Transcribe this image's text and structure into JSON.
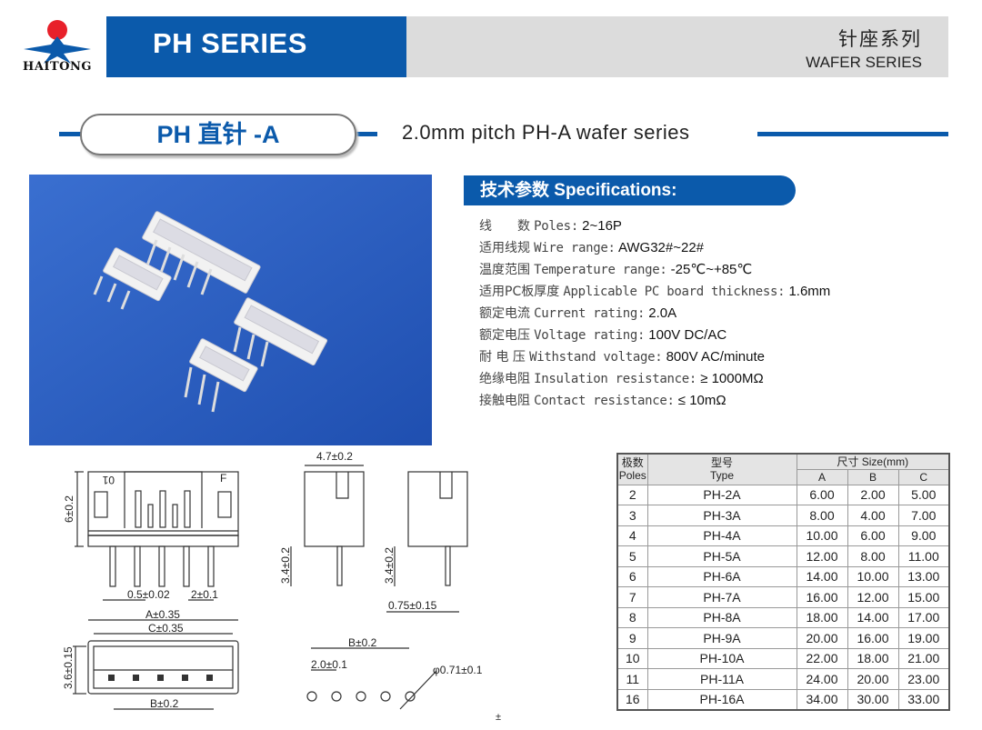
{
  "brand": {
    "logo_text": "HAITONG"
  },
  "header": {
    "series_title": "PH SERIES",
    "cn_series": "针座系列",
    "en_series": "WAFER SERIES"
  },
  "section": {
    "pill_title": "PH 直针 -A",
    "subtitle": "2.0mm pitch PH-A wafer series"
  },
  "specs": {
    "heading": "技术参数 Specifications:",
    "items": [
      {
        "cn": "线　　数",
        "en": "Poles:",
        "value": "2~16P"
      },
      {
        "cn": "适用线规",
        "en": "Wire range:",
        "value": "AWG32#~22#"
      },
      {
        "cn": "温度范围",
        "en": "Temperature range:",
        "value": "-25℃~+85℃"
      },
      {
        "cn": "适用PC板厚度",
        "en": "Applicable PC board thickness:",
        "value": "1.6mm"
      },
      {
        "cn": "额定电流",
        "en": "Current rating:",
        "value": "2.0A"
      },
      {
        "cn": "额定电压",
        "en": "Voltage rating:",
        "value": "100V DC/AC"
      },
      {
        "cn": "耐 电 压",
        "en": "Withstand voltage:",
        "value": "800V AC/minute"
      },
      {
        "cn": "绝缘电阻",
        "en": "Insulation resistance:",
        "value": "≥ 1000MΩ"
      },
      {
        "cn": "接触电阻",
        "en": "Contact resistance:",
        "value": "≤ 10mΩ"
      }
    ]
  },
  "table": {
    "headers": {
      "poles_cn": "极数",
      "poles_en": "Poles",
      "type_cn": "型号",
      "type_en": "Type",
      "size": "尺寸 Size(mm)",
      "a": "A",
      "b": "B",
      "c": "C"
    },
    "rows": [
      [
        "2",
        "PH-2A",
        "6.00",
        "2.00",
        "5.00"
      ],
      [
        "3",
        "PH-3A",
        "8.00",
        "4.00",
        "7.00"
      ],
      [
        "4",
        "PH-4A",
        "10.00",
        "6.00",
        "9.00"
      ],
      [
        "5",
        "PH-5A",
        "12.00",
        "8.00",
        "11.00"
      ],
      [
        "6",
        "PH-6A",
        "14.00",
        "10.00",
        "13.00"
      ],
      [
        "7",
        "PH-7A",
        "16.00",
        "12.00",
        "15.00"
      ],
      [
        "8",
        "PH-8A",
        "18.00",
        "14.00",
        "17.00"
      ],
      [
        "9",
        "PH-9A",
        "20.00",
        "16.00",
        "19.00"
      ],
      [
        "10",
        "PH-10A",
        "22.00",
        "18.00",
        "21.00"
      ],
      [
        "11",
        "PH-11A",
        "24.00",
        "20.00",
        "23.00"
      ],
      [
        "16",
        "PH-16A",
        "34.00",
        "30.00",
        "33.00"
      ]
    ]
  },
  "drawing": {
    "mark_01": "01",
    "mark_f": "F",
    "height": "6±0.2",
    "pin_width": "0.5±0.02",
    "pitch": "2±0.1",
    "width_a": "A±0.35",
    "width_c": "C±0.35",
    "depth": "3.6±0.15",
    "span_b": "B±0.2",
    "side_width": "4.7±0.2",
    "pin_len_1": "3.4±0.2",
    "pin_len_2": "3.4±0.2",
    "pin_offset": "0.75±0.15",
    "pcb_b": "B±0.2",
    "pcb_pitch": "2.0±0.1",
    "hole": "φ0.71±0.1"
  },
  "footer": {
    "mark": "±"
  },
  "colors": {
    "brand_blue": "#0b5aab",
    "header_gray": "#dcdcdc",
    "logo_red": "#e8202a"
  }
}
